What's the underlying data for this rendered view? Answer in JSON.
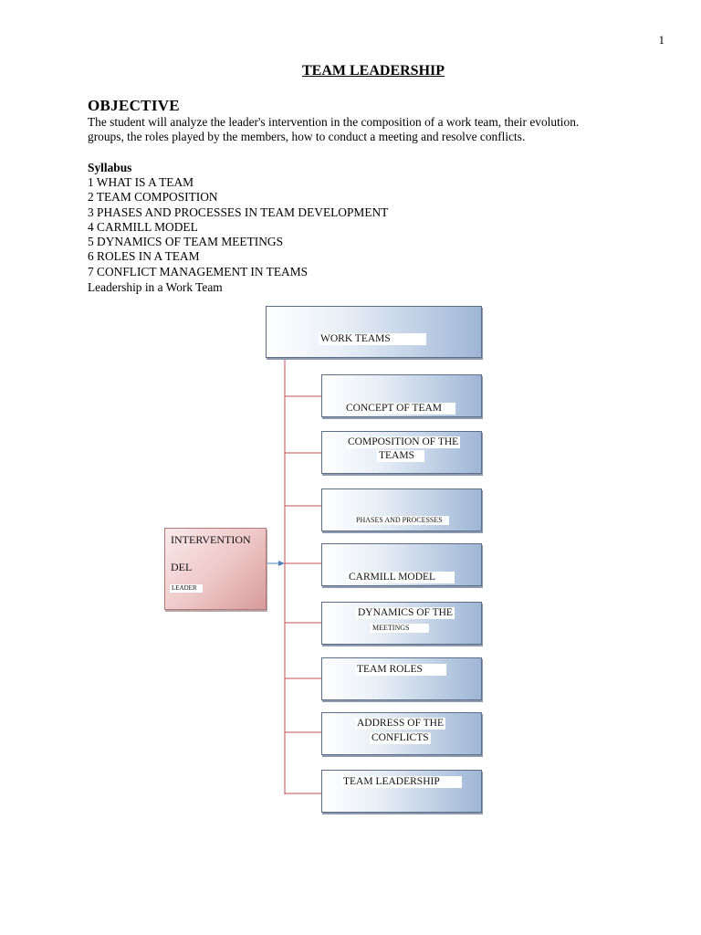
{
  "page_number": "1",
  "title": "TEAM LEADERSHIP",
  "objective": {
    "heading": "OBJECTIVE",
    "line1": "The student will analyze the leader's intervention in the composition of a work team, their evolution.",
    "line2": "groups, the roles played by the members, how to conduct a meeting and resolve conflicts."
  },
  "syllabus": {
    "heading": "Syllabus",
    "items": [
      "1 WHAT IS A TEAM",
      "2 TEAM COMPOSITION",
      "3 PHASES AND PROCESSES IN TEAM DEVELOPMENT",
      "4 CARMILL MODEL",
      "5 DYNAMICS OF TEAM MEETINGS",
      "6 ROLES IN A TEAM",
      "7 CONFLICT MANAGEMENT IN TEAMS"
    ]
  },
  "diagram": {
    "caption": "Leadership in a Work Team",
    "root": "WORK TEAMS",
    "leader": {
      "line1": "INTERVENTION",
      "line2": "DEL",
      "line3": "LEADER"
    },
    "boxes": [
      {
        "line1": "CONCEPT OF TEAM",
        "line2": ""
      },
      {
        "line1": "COMPOSITION OF THE",
        "line2": "TEAMS"
      },
      {
        "line1": "PHASES AND PROCESSES",
        "line2": ""
      },
      {
        "line1": "CARMILL MODEL",
        "line2": ""
      },
      {
        "line1": "DYNAMICS OF THE",
        "line2": "MEETINGS"
      },
      {
        "line1": "TEAM ROLES",
        "line2": ""
      },
      {
        "line1": "ADDRESS OF THE",
        "line2": "CONFLICTS"
      },
      {
        "line1": "TEAM LEADERSHIP",
        "line2": ""
      }
    ],
    "colors": {
      "connector": "#c0504d",
      "arrow": "#4f81bd",
      "box_border": "#5d6f88",
      "leader_border": "#b07a7a"
    }
  }
}
